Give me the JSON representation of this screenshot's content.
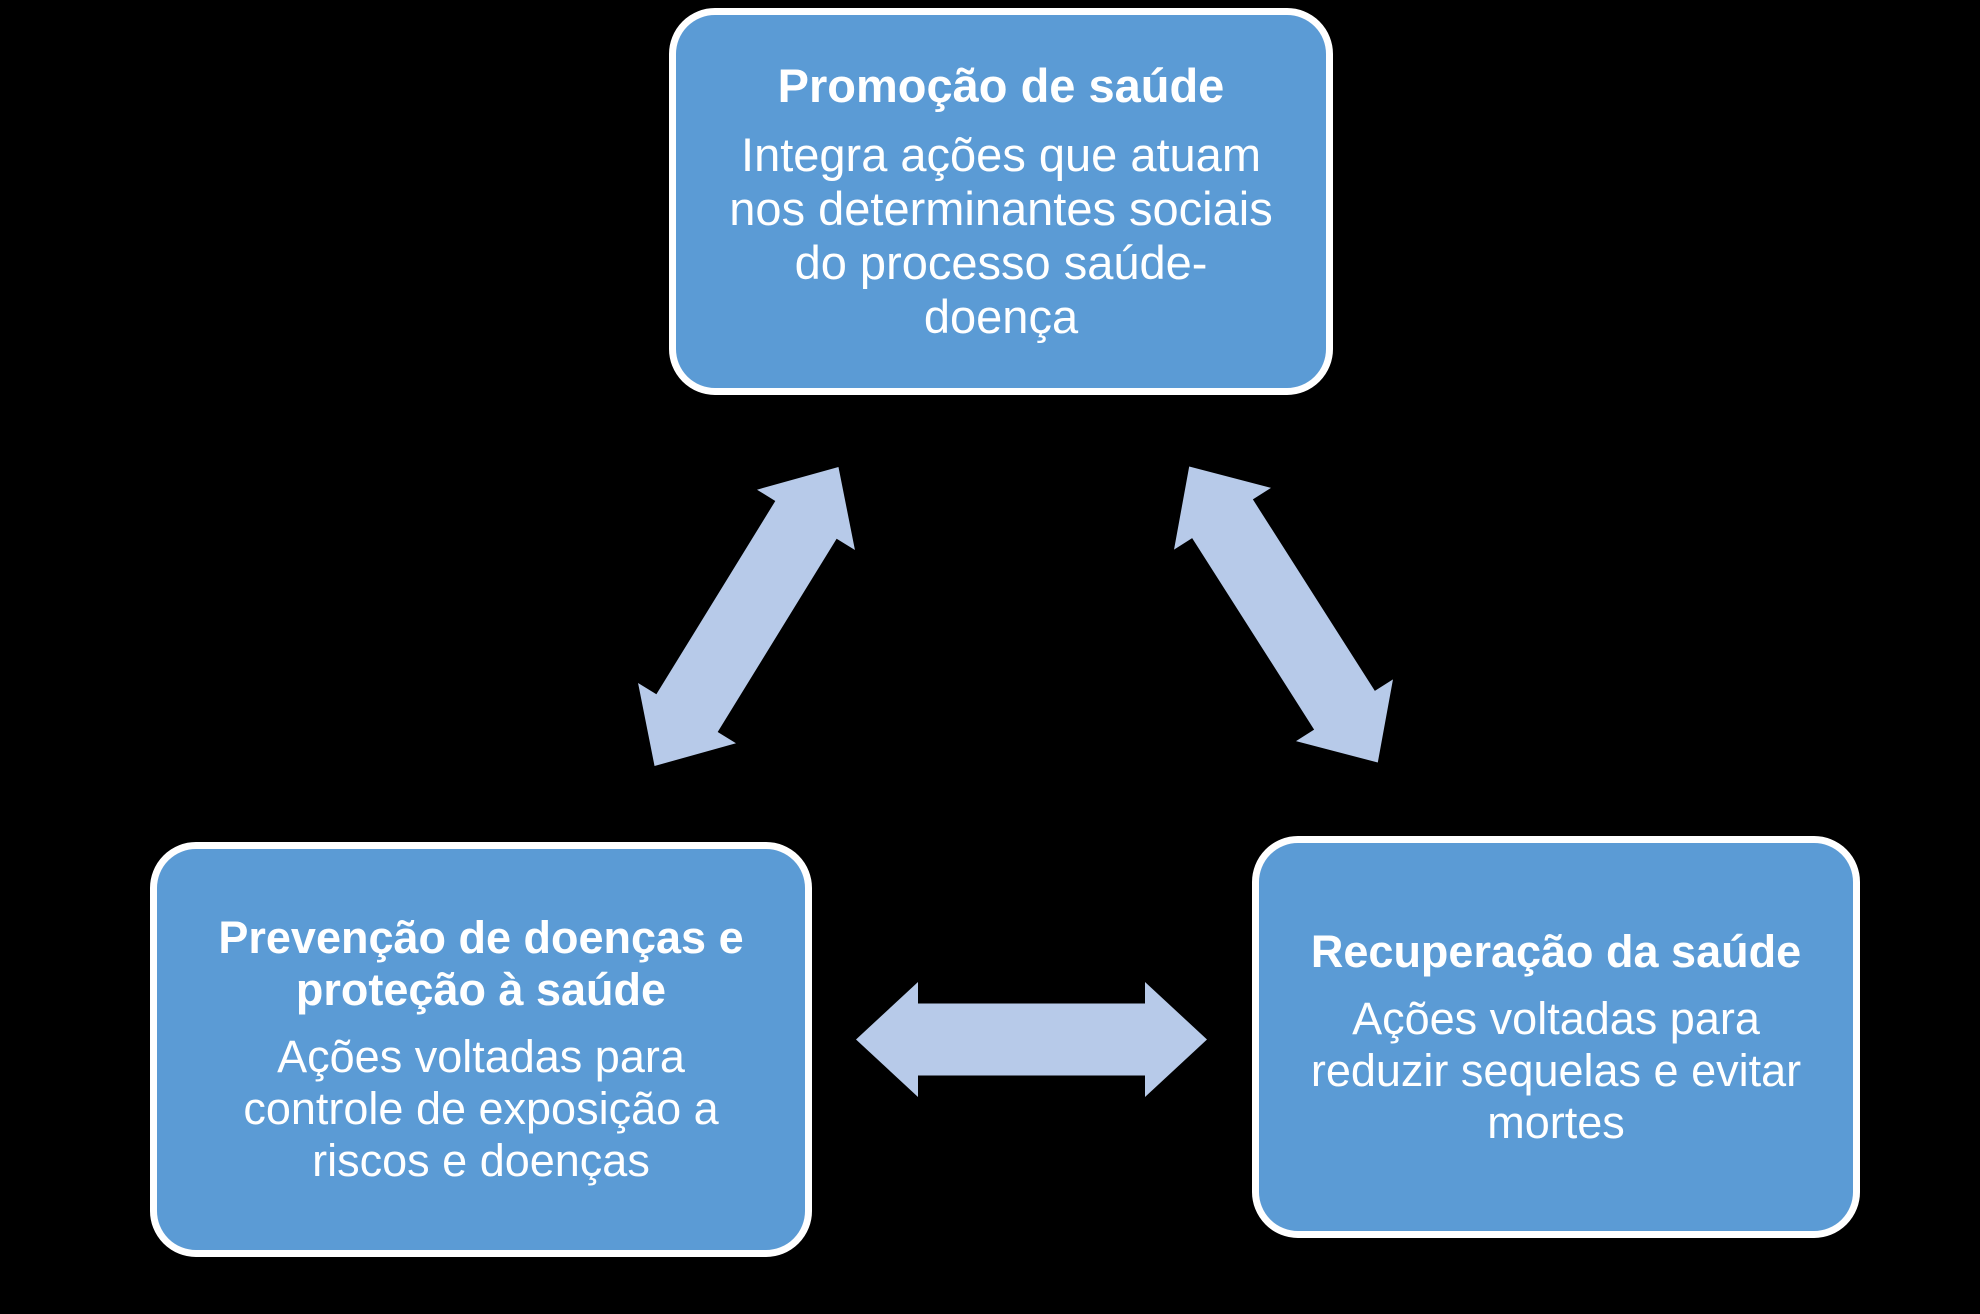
{
  "diagram": {
    "colors": {
      "background": "#000000",
      "box_fill": "#5B9BD5",
      "box_border": "#FFFFFF",
      "text": "#FFFFFF",
      "arrow_fill": "#B7CAE9"
    },
    "boxes": {
      "promocao": {
        "title": "Promoção de saúde",
        "body": "Integra ações que atuam\nnos determinantes sociais\ndo processo saúde-\ndoença"
      },
      "prevencao": {
        "title": "Prevenção de doenças e\nproteção à saúde",
        "body": "Ações voltadas para\ncontrole de exposição a\nriscos e doenças"
      },
      "recuperacao": {
        "title": "Recuperação da saúde",
        "body": "Ações voltadas para\nreduzir sequelas e evitar\nmortes"
      }
    }
  }
}
